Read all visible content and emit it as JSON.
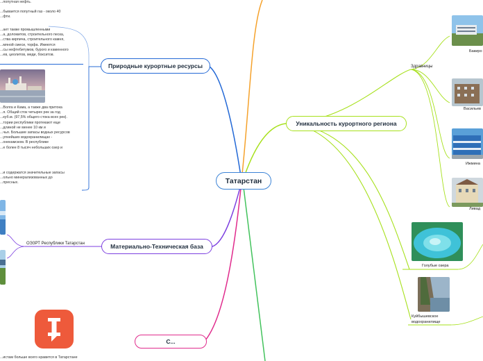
{
  "central": "Татарстан",
  "branches": {
    "natural": "Природные курортные ресурсы",
    "material": "Материально-Техническая база",
    "unique": "Уникальность курортного региона",
    "partial": "С..."
  },
  "labels": {
    "sanatoria": "Здравницы",
    "sez": "ОЭЗРТ Республики Татарстан",
    "blue_lakes": "Голубые озера",
    "kuibyshev": "Куйбышевское водохранилище",
    "kuibyshev_1": "Куйбышевское",
    "kuibyshev_2": "водохранилище",
    "bakirovo": "Бакиро",
    "vasilyevo": "Васильев",
    "izhminvody": "Ижмина",
    "livadia": "Ливад"
  },
  "texts": {
    "top": [
      "...попутная нефть.",
      "",
      "...бывается попутный газ - около 40",
      "...фти."
    ],
    "minerals": [
      "...ает также промышленными",
      "...а, доломитов, строительного песка,",
      "...ства кирпича, строительного камня,",
      "...мяной смеси, торфа. Имеются",
      "...сы нефтебитумов, бурого и каменного",
      "...ев, цеолитов, меди, бокситов."
    ],
    "water": [
      "...Волга и Кама, а также два притока",
      "...я. Общий сток четырех рек за год",
      "...куб.м. (97,5% общего стока всех рек).",
      "...тории республики протекают еще",
      "...длиной не менее 10 км и",
      "...чья. Большие запасы водных ресурсов",
      "...упнейших водохранилищах -",
      "...онекамском. В республике",
      "...е более 8 тысяч небольших озер и"
    ],
    "underground": [
      "...и содержатся значительные запасы",
      "...ольно минерализованных до",
      "...пресных."
    ],
    "bottom": [
      "...истам больше всего нравится в Татарстане"
    ]
  },
  "icons": {
    "brand": "brand-i-logo-icon"
  },
  "colors": {
    "central": "#3b83d6",
    "natural": "#2469d6",
    "material": "#7c3fe0",
    "unique": "#a6e01a",
    "partial": "#e02a8c",
    "top_orange": "#f5a12a",
    "green": "#42c25c",
    "logo": "#ee5a3b"
  }
}
